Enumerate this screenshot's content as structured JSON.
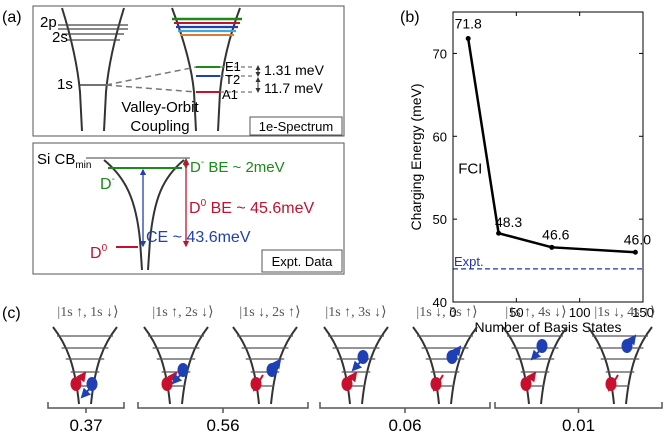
{
  "panel_labels": {
    "a": "(a)",
    "b": "(b)",
    "c": "(c)"
  },
  "spectrum_panel": {
    "label_2p": "2p",
    "label_2s": "2s",
    "label_1s": "1s",
    "label_E1": "E1",
    "label_T2": "T2",
    "label_A1": "A1",
    "energy_1": "1.31 meV",
    "energy_2": "11.7 meV",
    "coupling_line1": "Valley-Orbit",
    "coupling_line2": "Coupling",
    "box_label": "1e-Spectrum"
  },
  "expt_panel": {
    "title_main": "Si CB",
    "title_sub": "min",
    "dminus_label": "D",
    "dminus_sup": "-",
    "dminus_be_prefix": "D",
    "dminus_be_sup": "-",
    "dminus_be_text": " BE ~ 2meV",
    "d0_be_prefix": "D",
    "d0_be_sup": "0",
    "d0_be_text": " BE ~ 45.6meV",
    "ce_text": "CE ~ 43.6meV",
    "d0_label": "D",
    "d0_sup": "0",
    "box_label": "Expt. Data"
  },
  "chart_data": {
    "type": "line",
    "series": [
      {
        "x": [
          12,
          36,
          78,
          144
        ],
        "y": [
          71.8,
          48.3,
          46.6,
          46.0
        ]
      }
    ],
    "point_labels": [
      "71.8",
      "48.3",
      "46.6",
      "46.0"
    ],
    "reference_line": {
      "label": "Expt.",
      "y": 44
    },
    "curve_label": "FCI",
    "xlabel": "Number of Basis States",
    "ylabel": "Charging Energy (meV)",
    "xlim": [
      0,
      150
    ],
    "ylim": [
      40,
      75
    ],
    "xticks": [
      0,
      50,
      100,
      150
    ],
    "yticks": [
      40,
      50,
      60,
      70
    ],
    "grid": false,
    "colors": {
      "line": "#000000",
      "reference": "#1f33b0"
    }
  },
  "panel_c": {
    "states": [
      "|1s ↑, 1s ↓⟩",
      "|1s ↑, 2s ↓⟩",
      "|1s ↓, 2s ↑⟩",
      "|1s ↑, 3s ↓⟩",
      "|1s ↓, 3s ↑⟩",
      "|1s ↑, 4s ↓⟩",
      "|1s ↓, 4s ↑⟩"
    ],
    "weights": [
      "0.37",
      "0.56",
      "0.06",
      "0.01"
    ]
  },
  "colors": {
    "green": "#1a8a1a",
    "red": "#c8102e",
    "blue": "#1f3fb5",
    "dark": "#333333",
    "grey": "#888888"
  }
}
